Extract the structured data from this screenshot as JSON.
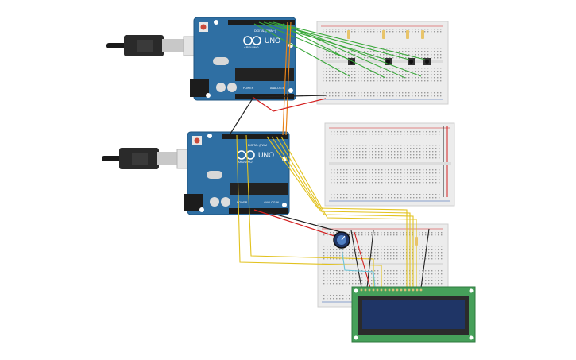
{
  "colors": {
    "board": "#2f6fa3",
    "board_dark": "#1f5580",
    "breadboard": "#ececec",
    "lcd_pcb": "#46a05a",
    "lcd_screen": "#1f3566",
    "wire_green": "#3aa83a",
    "wire_yellow": "#e2c21e",
    "wire_red": "#d42020",
    "wire_black": "#222222",
    "wire_orange": "#e8831a",
    "wire_cyan": "#6cc4d8"
  },
  "arduino_top": {
    "logo_text": "ARDUINO",
    "model_text": "UNO",
    "header_digital": "DIGITAL (PWM~)",
    "header_power": "POWER",
    "header_analog": "ANALOG IN",
    "icon": "usb-plug-icon"
  },
  "arduino_bottom": {
    "logo_text": "ARDUINO",
    "model_text": "UNO",
    "header_digital": "DIGITAL (PWM~)",
    "header_power": "POWER",
    "header_analog": "ANALOG IN",
    "icon": "usb-plug-icon"
  },
  "components": {
    "potentiometer_icon": "potentiometer-knob-icon",
    "button_icon": "pushbutton-icon",
    "resistor_icon": "resistor-icon"
  }
}
